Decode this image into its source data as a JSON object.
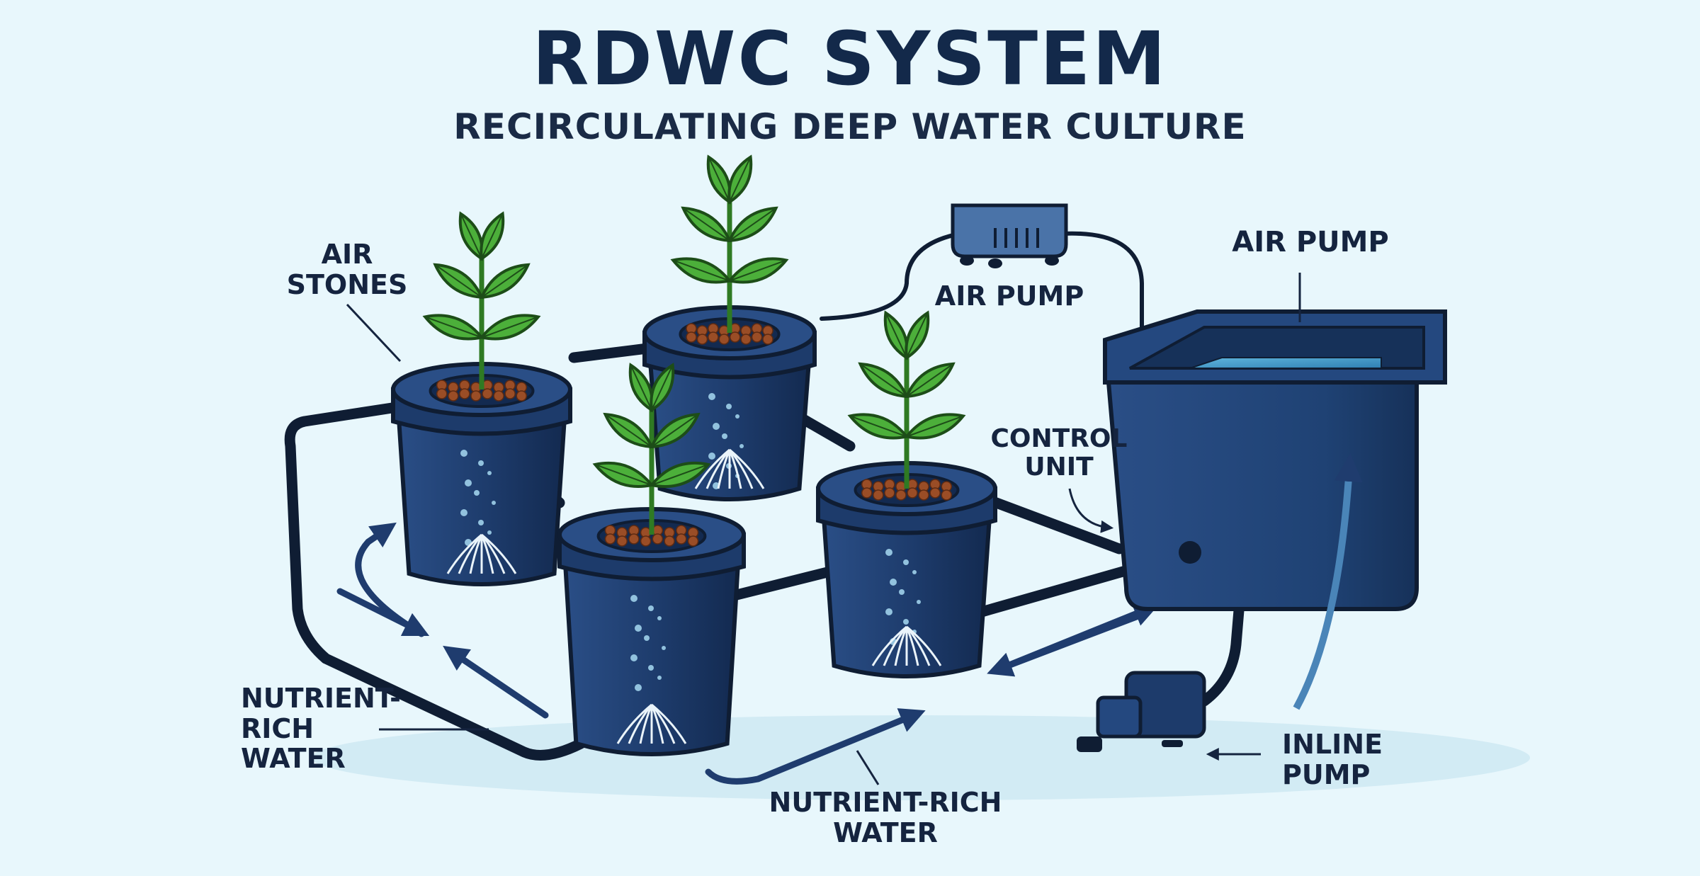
{
  "header": {
    "title": "RDWC SYSTEM",
    "subtitle": "RECIRCULATING DEEP WATER CULTURE"
  },
  "labels": {
    "air_stones": "AIR\nSTONES",
    "air_pump_center": "AIR PUMP",
    "air_pump_reservoir": "AIR PUMP",
    "control_unit": "CONTROL\nUNIT",
    "nutrient_rich_water_left": "NUTRIENT-\nRICH\nWATER",
    "nutrient_rich_water_bottom": "NUTRIENT-RICH\nWATER",
    "inline_pump": "INLINE\nPUMP"
  },
  "colors": {
    "background": "#e8f7fc",
    "bucket": "#1d3b6b",
    "bucket_dark": "#132a50",
    "pipe": "#0f1d33",
    "soil": "#9a4d26",
    "leaf": "#4caf3a",
    "water": "#4aa3cf",
    "text": "#15243f"
  }
}
